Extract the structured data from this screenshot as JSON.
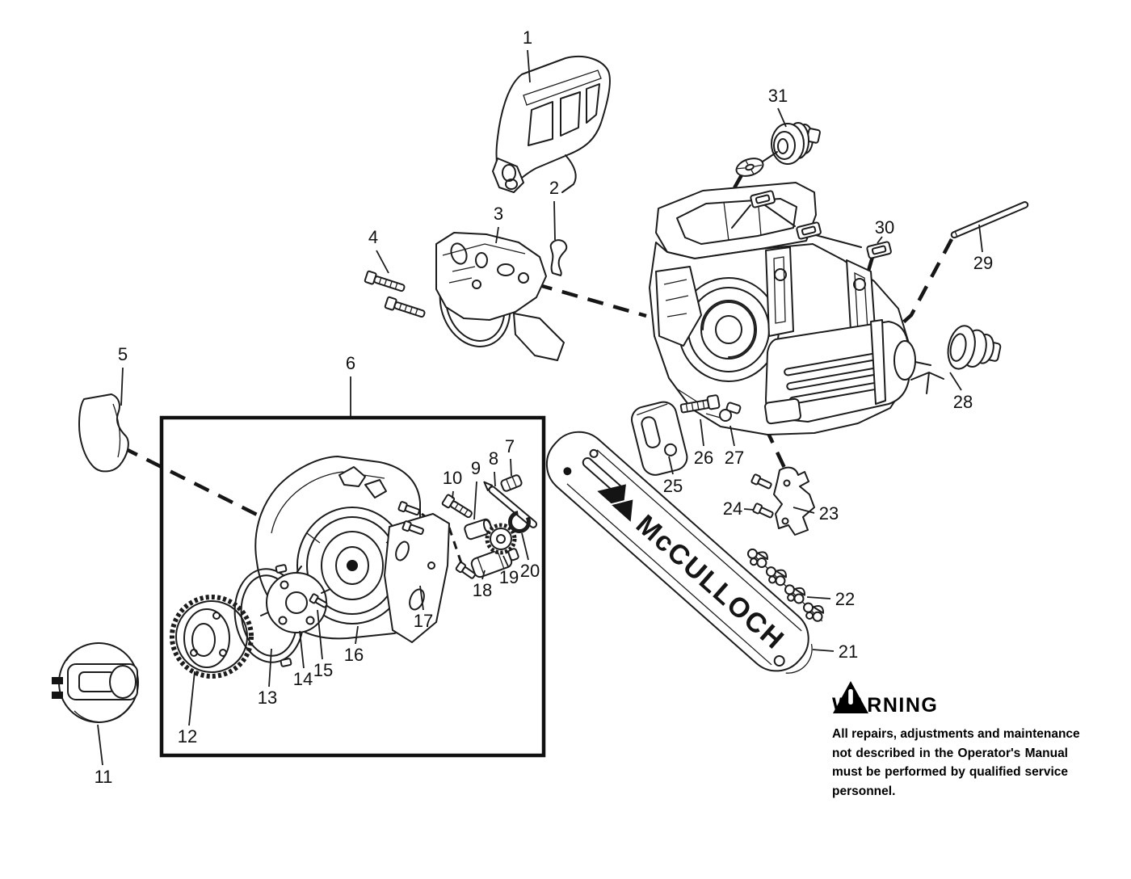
{
  "diagram": {
    "bar_brand": "McCULLOCH",
    "callouts": [
      "1",
      "2",
      "3",
      "4",
      "5",
      "6",
      "7",
      "8",
      "9",
      "10",
      "11",
      "12",
      "13",
      "14",
      "15",
      "16",
      "17",
      "18",
      "19",
      "20",
      "21",
      "22",
      "23",
      "24",
      "25",
      "26",
      "27",
      "28",
      "29",
      "30",
      "31"
    ]
  },
  "warning": {
    "title": "WARNING",
    "lines": [
      "All repairs, adjustments and maintenance",
      "not described in the Operator's Manual",
      "must be performed by qualified service",
      "personnel."
    ]
  },
  "colors": {
    "ink": "#1c1c1c",
    "background": "#ffffff"
  }
}
